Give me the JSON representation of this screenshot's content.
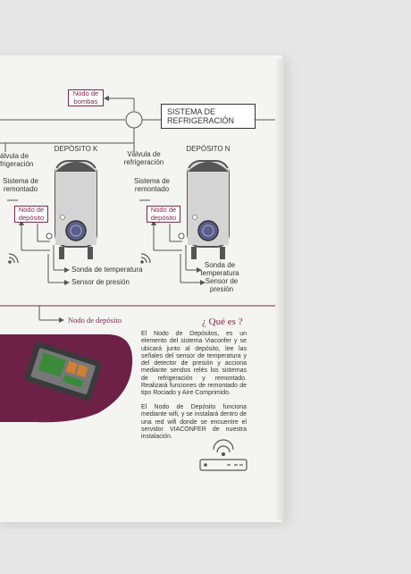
{
  "diagram": {
    "nodo_bombas": "Nodo de bombas",
    "sistema": "SISTEMA DE REFRIGERACIÓN",
    "tank_k": "DEPÓSITO K",
    "tank_n": "DEPÓSITO N",
    "valve_left": "álvula de frigeración",
    "valve_right": "Válvula de refrigeración",
    "remontado_left": "Sistema de remontado",
    "remontado_right": "Sistema de remontado",
    "nodo_deposito_left": "Nodo de depósito",
    "nodo_deposito_right": "Nodo de depósito",
    "sonda_left": "Sonda de temperatura",
    "presion_left": "Sensor de presión",
    "sonda_right": "Sonda de temperatura",
    "presion_right": "Sensor de presión"
  },
  "section": {
    "heading": "Nodo de depósito",
    "que_es": "¿ Qué es ?",
    "paragraph_1": "El Nodo de Depósitos, es un elemento del sistema Viaconfer y se ubicará junto al depósito, lee las señales del sensor de temperatura y del detector de presión y acciona mediante sendos relés los sistemas de refrigeración y remontado. Realizará funciones de remontado de tipo Rociado y Aire Comprimido.",
    "paragraph_2": "El Nodo de Depósito funciona mediante wifi, y se instalará dentro de una red wifi donde se encuentre el servidor VIACONFER de nuestra instalación."
  },
  "colors": {
    "accent": "#7a2848",
    "background": "#e6e6e6",
    "paper": "#f4f4f2"
  },
  "icons": [
    "wifi-icon",
    "router-icon"
  ]
}
